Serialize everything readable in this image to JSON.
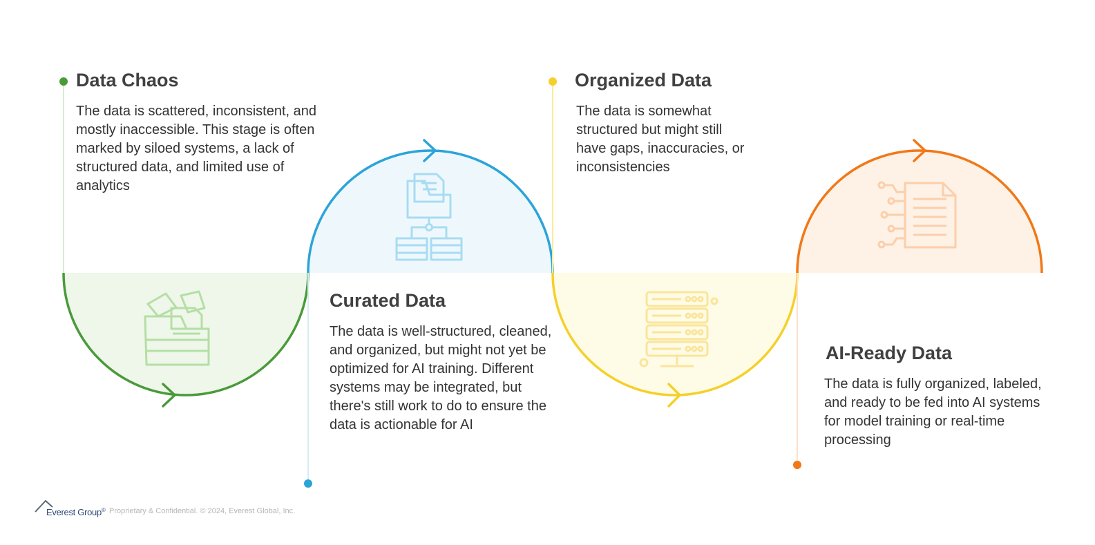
{
  "colors": {
    "chaos": "#4a9a3a",
    "curated": "#2ba4d9",
    "organized": "#f5d02a",
    "ai_ready": "#f07818"
  },
  "stages": [
    {
      "title": "Data Chaos",
      "description": "The data is scattered, inconsistent, and mostly inaccessible. This stage is often marked by siloed systems, a lack of structured data, and limited use of analytics",
      "icon": "scattered-documents-folder-icon"
    },
    {
      "title": "Curated Data",
      "description": "The data is well-structured, cleaned, and organized, but might not yet be optimized for AI training. Different systems may be integrated, but there's still work to do to ensure the data is actionable for AI",
      "icon": "folder-network-servers-icon"
    },
    {
      "title": "Organized Data",
      "description": "The data is somewhat structured but might still have gaps, inaccuracies, or inconsistencies",
      "icon": "server-rack-icon"
    },
    {
      "title": "AI-Ready Data",
      "description": "The data is fully organized, labeled, and ready to be fed into AI systems for model training or real-time processing",
      "icon": "document-circuit-icon"
    }
  ],
  "footer": {
    "brand": "Everest Group",
    "brand_mark": "®",
    "note": "Proprietary & Confidential. © 2024, Everest Global, Inc."
  }
}
